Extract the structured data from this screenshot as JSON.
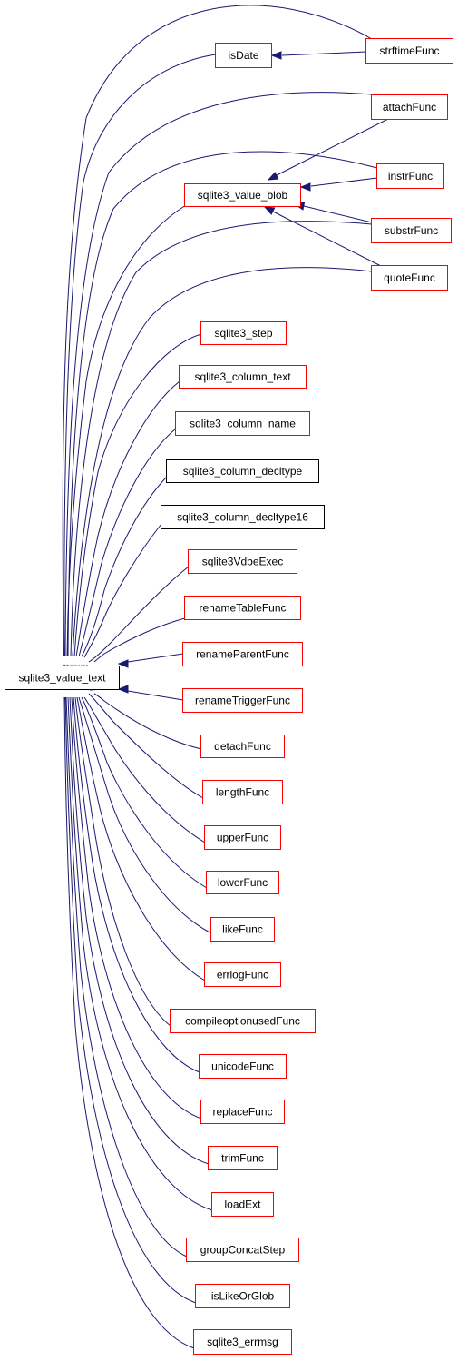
{
  "colors": {
    "edge": "#191970",
    "linked_border": "#ff0000",
    "unlinked_border": "#000000",
    "root_fill": "#bfbfbf"
  },
  "nodes": {
    "root": "sqlite3_value_text",
    "strftimefunc": "strftimeFunc",
    "isdate": "isDate",
    "attachfunc": "attachFunc",
    "sqlite3_value_blob": "sqlite3_value_blob",
    "instrfunc": "instrFunc",
    "substrfunc": "substrFunc",
    "quotefunc": "quoteFunc",
    "sqlite3_step": "sqlite3_step",
    "sqlite3_column_text": "sqlite3_column_text",
    "sqlite3_column_name": "sqlite3_column_name",
    "sqlite3_column_decltype": "sqlite3_column_decltype",
    "sqlite3_column_decltype16": "sqlite3_column_decltype16",
    "sqlite3vdbeexec": "sqlite3VdbeExec",
    "renametablefunc": "renameTableFunc",
    "renameparentfunc": "renameParentFunc",
    "renametriggerfunc": "renameTriggerFunc",
    "detachfunc": "detachFunc",
    "lengthfunc": "lengthFunc",
    "upperfunc": "upperFunc",
    "lowerfunc": "lowerFunc",
    "likefunc": "likeFunc",
    "errlogfunc": "errlogFunc",
    "compileoptionusedfunc": "compileoptionusedFunc",
    "unicodefunc": "unicodeFunc",
    "replacefunc": "replaceFunc",
    "trimfunc": "trimFunc",
    "loadext": "loadExt",
    "groupconcatstep": "groupConcatStep",
    "islikeorglob": "isLikeOrGlob",
    "sqlite3_errmsg": "sqlite3_errmsg"
  }
}
